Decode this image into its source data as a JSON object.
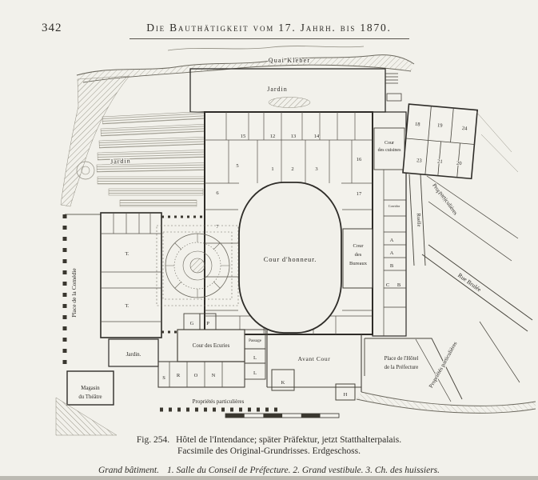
{
  "page": {
    "number": "342",
    "title": "Die Bauthätigkeit vom 17. Jahrh. bis 1870."
  },
  "caption": {
    "fig": "Fig. 254.",
    "title": "Hôtel de l'Intendance; später Präfektur, jetzt Statthalterpalais.",
    "subtitle": "Facsimile des Original-Grundrisses.  Erdgeschoss."
  },
  "legend": {
    "term": "Grand bâtiment.",
    "items": "1. Salle du Conseil de Préfecture.  2. Grand vestibule.  3. Ch. des huissiers."
  },
  "plan": {
    "labels": {
      "quai_kleber": "Quai Kleber",
      "jardin_north": "Jardin",
      "jardin_west": "Jardin",
      "cour_cuisines_1": "Cour",
      "cour_cuisines_2": "des cuisines",
      "prop_right_1": "Propriétés",
      "prop_right_2": "particulières",
      "ruelle": "Ruelle",
      "corridor": "Corridor",
      "rue_brulee": "Rue Brulée",
      "cour_honneur": "Cour d'honneur.",
      "cour_bureaux_1": "Cour",
      "cour_bureaux_2": "des",
      "cour_bureaux_3": "Bureaux",
      "place_comedie": "Place de la Comédie",
      "jardin_small": "Jardin.",
      "cour_ecuries": "Cour des Ecuries",
      "passage": "Passage",
      "avant_cour": "Avant Cour",
      "place_hotel_1": "Place de l'Hôtel",
      "place_hotel_2": "de la Préfecture",
      "magasin_1": "Magasin",
      "magasin_2": "du Théâtre",
      "prop_bottom": "Propriétés particulières",
      "prop_br": "Propriétés particulières"
    },
    "marks": {
      "m1": "1",
      "m2": "2",
      "m3": "3",
      "m5": "5",
      "m6": "6",
      "m7": "7",
      "m12": "12",
      "m13": "13",
      "m14": "14",
      "m15": "15",
      "m16": "16",
      "m17": "17",
      "m18": "18",
      "m19": "19",
      "m20": "20",
      "m21": "21",
      "m23": "23",
      "m24": "24",
      "t1": "T.",
      "t2": "T.",
      "a1": "A",
      "a2": "A",
      "b1": "B",
      "b2": "B",
      "c1": "C",
      "g1": "G",
      "p1": "P",
      "r1": "R",
      "o1": "O",
      "n1": "N",
      "l1": "L",
      "l2": "L",
      "s1": "S",
      "k1": "K",
      "h1": "H"
    }
  },
  "colors": {
    "paper": "#f2f1eb",
    "ink": "#2e2c28",
    "line": "#45423a",
    "hatch": "#9a978b"
  }
}
